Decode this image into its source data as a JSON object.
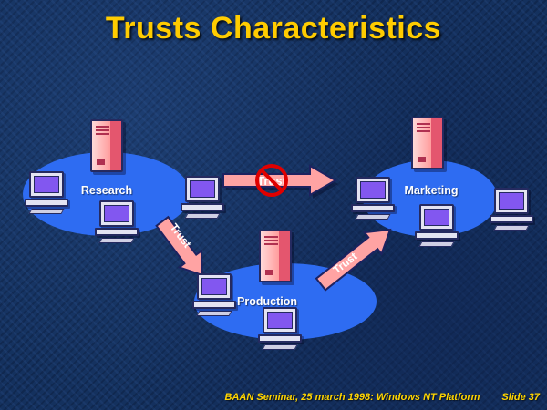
{
  "title": "Trusts Characteristics",
  "domains": {
    "research": "Research",
    "marketing": "Marketing",
    "production": "Production"
  },
  "arrows": {
    "research_to_marketing": "Trust",
    "research_to_marketing_blocked": true,
    "research_to_production": "Trust",
    "production_to_marketing": "Trust"
  },
  "footer": {
    "text": "BAAN Seminar, 25 march 1998: Windows NT Platform",
    "slide": "Slide 37"
  },
  "colors": {
    "background": "#14315e",
    "title": "#ffcc00",
    "domain_ellipse": "#2e6cf2",
    "arrow_fill": "#ffa3a3",
    "arrow_outline": "#1d2260",
    "prohibition": "#e00000",
    "label_text": "#ffffff",
    "footer_text": "#ffd500",
    "screen": "#8257f0",
    "server_body": "#ff9d9d"
  }
}
